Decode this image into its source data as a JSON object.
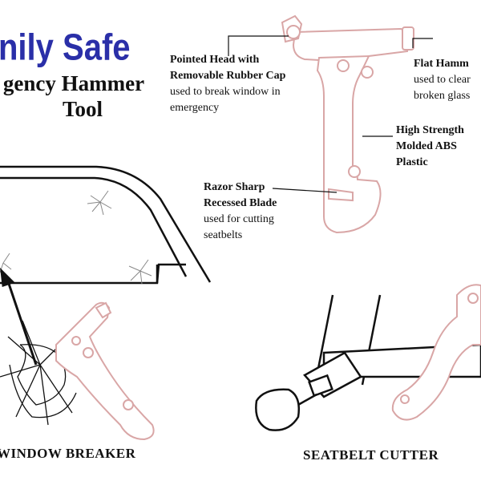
{
  "brand": {
    "title": "nily Safe"
  },
  "subtitle": {
    "line1": "gency Hammer",
    "line2": "Tool"
  },
  "callouts": {
    "pointed_head": {
      "bold_1": "Pointed Head with",
      "bold_2": "Removable Rubber Cap",
      "desc_1": "used to break window in",
      "desc_2": "emergency"
    },
    "flat_hammer": {
      "bold_1": "Flat Hamm",
      "desc_1": "used to clear",
      "desc_2": "broken glass"
    },
    "high_strength": {
      "bold_1": "High Strength",
      "bold_2": "Molded ABS",
      "bold_3": "Plastic"
    },
    "razor_blade": {
      "bold_1": "Razor Sharp",
      "bold_2": "Recessed Blade",
      "desc_1": "used for cutting",
      "desc_2": "seatbelts"
    }
  },
  "captions": {
    "window_breaker": "WINDOW BREAKER",
    "seatbelt_cutter": "SEATBELT CUTTER"
  },
  "colors": {
    "brand_blue": "#2a2fa8",
    "tool_outline": "#d9a6a6",
    "line": "#111111"
  }
}
